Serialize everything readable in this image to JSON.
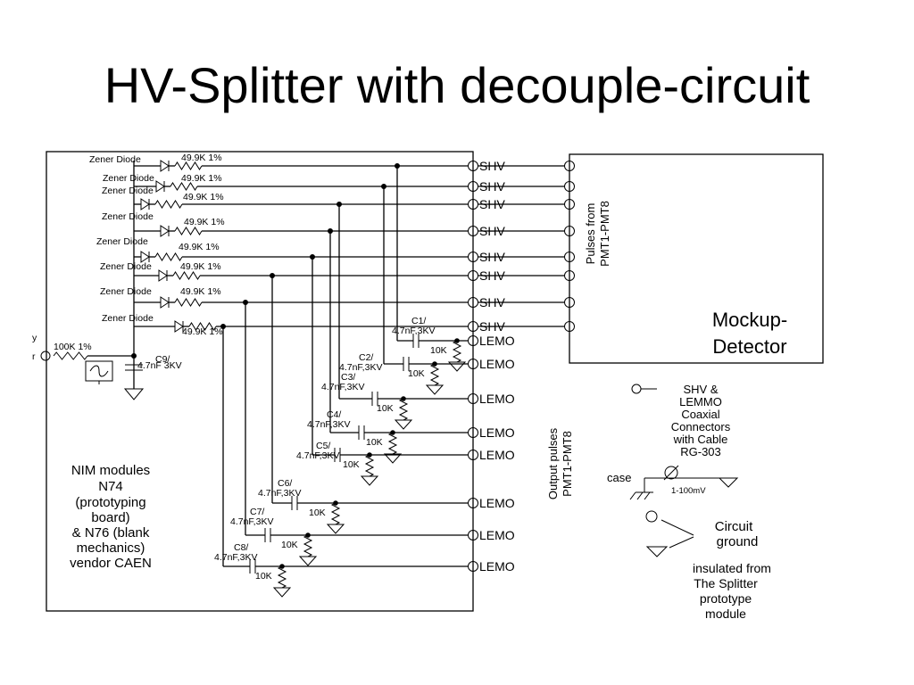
{
  "title": "HV-Splitter with decouple-circuit",
  "labels": {
    "zener": "Zener Diode",
    "zener_first": "Zener Diode",
    "res_499": "49.9K 1%",
    "shv": "SHV",
    "lemo": "LEMO",
    "cap_value": "4.7nF,3KV",
    "res_10k": "10K",
    "input_res": "100K 1%",
    "c9_name": "C9/",
    "c9_value": "4.7nF 3KV",
    "left_cut_1": "y",
    "left_cut_2": "r"
  },
  "caps": [
    "C1/",
    "C2/",
    "C3/",
    "C4/",
    "C5/",
    "C6/",
    "C7/",
    "C8/"
  ],
  "nim": [
    "NIM modules",
    "N74",
    "(prototyping",
    "board)",
    "& N76 (blank",
    "mechanics)",
    "vendor CAEN"
  ],
  "pulses_from": [
    "Pulses from",
    "PMT1-PMT8"
  ],
  "output_pulses": [
    "Output pulses",
    "PMT1-PMT8"
  ],
  "mockup": [
    "Mockup-",
    "Detector"
  ],
  "legend": {
    "connectors": [
      "SHV &",
      "LEMMO",
      "Coaxial",
      "Connectors",
      "with Cable",
      "RG-303"
    ],
    "case": "case",
    "signal": "1-100mV",
    "circuit_ground": [
      "Circuit",
      "ground"
    ],
    "insulated": [
      "insulated from",
      "The Splitter",
      "prototype",
      "module"
    ]
  }
}
